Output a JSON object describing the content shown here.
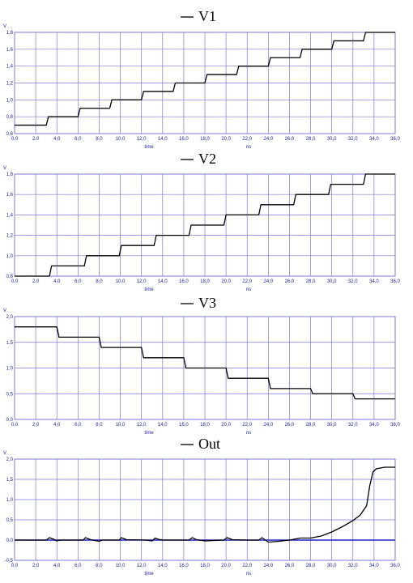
{
  "colors": {
    "grid": "#7b78d8",
    "axis": "#1a1aa6",
    "line": "#000000",
    "zero": "#2020c0"
  },
  "chart_data": [
    {
      "type": "line",
      "title": "V1",
      "xlabel": "time",
      "xunit": "ns",
      "ylabel": "V",
      "xlim": [
        0,
        36
      ],
      "ylim": [
        0.6,
        1.8
      ],
      "xticks": [
        "0,0",
        "2,0",
        "4,0",
        "6,0",
        "8,0",
        "10,0",
        "12,0",
        "14,0",
        "16,0",
        "18,0",
        "20,0",
        "22,0",
        "24,0",
        "26,0",
        "28,0",
        "30,0",
        "32,0",
        "34,0",
        "36,0"
      ],
      "yticks": [
        "0,6",
        "0,8",
        "1,0",
        "1,2",
        "1,4",
        "1,6",
        "1,8"
      ],
      "series": [
        {
          "x": [
            0,
            3,
            3.2,
            6,
            6.2,
            9,
            9.2,
            12,
            12.2,
            15,
            15.2,
            18,
            18.2,
            21,
            21.2,
            24,
            24.2,
            27,
            27.2,
            30,
            30.2,
            33,
            33.2,
            36
          ],
          "y": [
            0.7,
            0.7,
            0.8,
            0.8,
            0.9,
            0.9,
            1.0,
            1.0,
            1.1,
            1.1,
            1.2,
            1.2,
            1.3,
            1.3,
            1.4,
            1.4,
            1.5,
            1.5,
            1.6,
            1.6,
            1.7,
            1.7,
            1.8,
            1.8
          ]
        }
      ]
    },
    {
      "type": "line",
      "title": "V2",
      "xlabel": "time",
      "xunit": "ns",
      "ylabel": "V",
      "xlim": [
        0,
        36
      ],
      "ylim": [
        0.8,
        1.8
      ],
      "xticks": [
        "0,0",
        "2,0",
        "4,0",
        "6,0",
        "8,0",
        "10,0",
        "12,0",
        "14,0",
        "16,0",
        "18,0",
        "20,0",
        "22,0",
        "24,0",
        "26,0",
        "28,0",
        "30,0",
        "32,0",
        "34,0",
        "36,0"
      ],
      "yticks": [
        "0,8",
        "1,0",
        "1,2",
        "1,4",
        "1,6",
        "1,8"
      ],
      "series": [
        {
          "x": [
            0,
            3.3,
            3.5,
            6.6,
            6.8,
            9.9,
            10.1,
            13.2,
            13.4,
            16.5,
            16.7,
            19.8,
            20,
            23.1,
            23.3,
            26.4,
            26.6,
            29.7,
            29.9,
            33,
            33.2,
            36
          ],
          "y": [
            0.8,
            0.8,
            0.9,
            0.9,
            1.0,
            1.0,
            1.1,
            1.1,
            1.2,
            1.2,
            1.3,
            1.3,
            1.4,
            1.4,
            1.5,
            1.5,
            1.6,
            1.6,
            1.7,
            1.7,
            1.8,
            1.8
          ]
        }
      ]
    },
    {
      "type": "line",
      "title": "V3",
      "xlabel": "time",
      "xunit": "ns",
      "ylabel": "V",
      "xlim": [
        0,
        36
      ],
      "ylim": [
        0,
        2.0
      ],
      "xticks": [
        "0,0",
        "2,0",
        "4,0",
        "6,0",
        "8,0",
        "10,0",
        "12,0",
        "14,0",
        "16,0",
        "18,0",
        "20,0",
        "22,0",
        "24,0",
        "26,0",
        "28,0",
        "30,0",
        "32,0",
        "34,0",
        "36,0"
      ],
      "yticks": [
        "0,0",
        "0,5",
        "1,0",
        "1,5",
        "2,0"
      ],
      "series": [
        {
          "x": [
            0,
            4,
            4.2,
            8,
            8.2,
            12,
            12.2,
            16,
            16.2,
            20,
            20.2,
            24,
            24.2,
            28,
            28.2,
            32,
            32.2,
            36
          ],
          "y": [
            1.8,
            1.8,
            1.6,
            1.6,
            1.4,
            1.4,
            1.2,
            1.2,
            1.0,
            1.0,
            0.8,
            0.8,
            0.6,
            0.6,
            0.5,
            0.5,
            0.4,
            0.4
          ]
        }
      ]
    },
    {
      "type": "line",
      "title": "Out",
      "xlabel": "time",
      "xunit": "ns",
      "ylabel": "V",
      "xlim": [
        0,
        36
      ],
      "ylim": [
        -0.5,
        2.0
      ],
      "zero_line": true,
      "xticks": [
        "0,0",
        "2,0",
        "4,0",
        "6,0",
        "8,0",
        "10,0",
        "12,0",
        "14,0",
        "16,0",
        "18,0",
        "20,0",
        "22,0",
        "24,0",
        "26,0",
        "28,0",
        "30,0",
        "32,0",
        "34,0",
        "36,0"
      ],
      "yticks": [
        "-0,5",
        "0,0",
        "0,5",
        "1,0",
        "1,5",
        "2,0"
      ],
      "series": [
        {
          "x": [
            0,
            3,
            3.3,
            3.7,
            4,
            4.3,
            6.5,
            6.7,
            7.2,
            8,
            8.3,
            9.9,
            10.1,
            10.6,
            12.5,
            13,
            13.3,
            13.6,
            14,
            16.5,
            16.8,
            17.2,
            18,
            19.8,
            20.1,
            20.6,
            22,
            23.1,
            23.4,
            24,
            25,
            26,
            27,
            28,
            29,
            30,
            31,
            32,
            32.7,
            33.3,
            33.6,
            33.9,
            34.2,
            35,
            36
          ],
          "y": [
            0,
            0,
            0.06,
            0.02,
            -0.02,
            0,
            0,
            0.06,
            0.01,
            -0.03,
            0,
            0,
            0.06,
            0.01,
            0,
            -0.02,
            0.05,
            0.02,
            0,
            0,
            0.06,
            0.01,
            -0.02,
            0,
            0.06,
            0.01,
            0,
            0,
            0.06,
            -0.05,
            -0.03,
            0,
            0.05,
            0.05,
            0.1,
            0.2,
            0.33,
            0.48,
            0.62,
            0.85,
            1.35,
            1.68,
            1.76,
            1.8,
            1.8
          ]
        }
      ]
    }
  ]
}
